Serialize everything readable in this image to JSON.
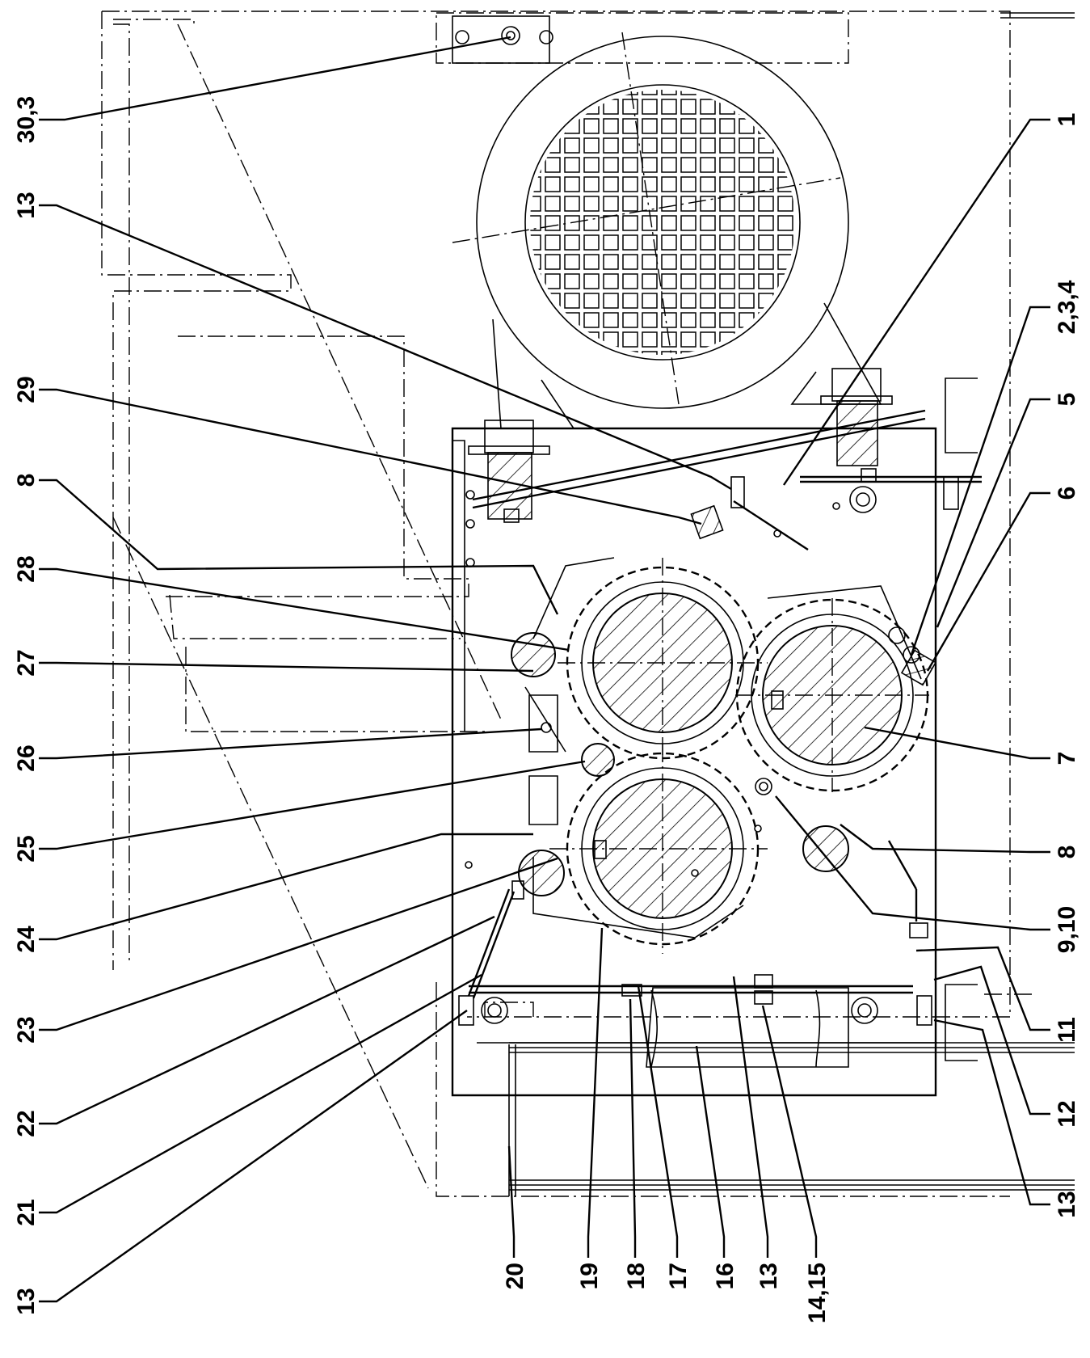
{
  "callouts": {
    "left": [
      "30,3",
      "13",
      "29",
      "8",
      "28",
      "27",
      "26",
      "25",
      "24",
      "23",
      "22",
      "21",
      "13"
    ],
    "right": [
      "1",
      "2,3,4",
      "5",
      "6",
      "7",
      "8",
      "9,10",
      "11",
      "12",
      "13"
    ],
    "bottom": [
      "20",
      "19",
      "18",
      "17",
      "16",
      "13",
      "14,15"
    ]
  }
}
